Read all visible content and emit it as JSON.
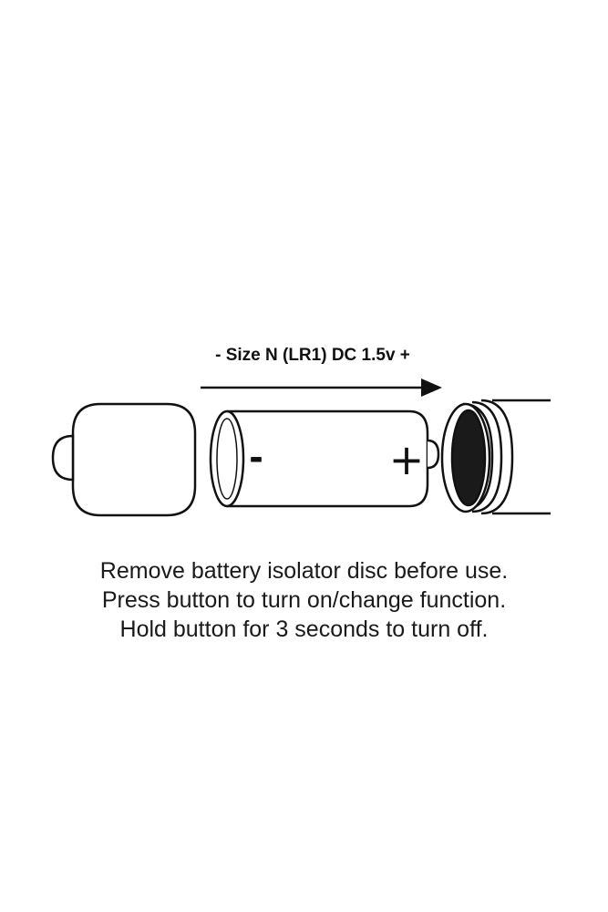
{
  "battery_label": "- Size N (LR1) DC 1.5v +",
  "battery_minus": "-",
  "battery_plus": "+",
  "instructions": [
    "Remove battery isolator disc before use.",
    "Press button to turn on/change function.",
    "Hold button for 3 seconds to turn off."
  ],
  "colors": {
    "line": "#111111",
    "background": "#ffffff",
    "contact_fill": "#1a1a1a"
  }
}
